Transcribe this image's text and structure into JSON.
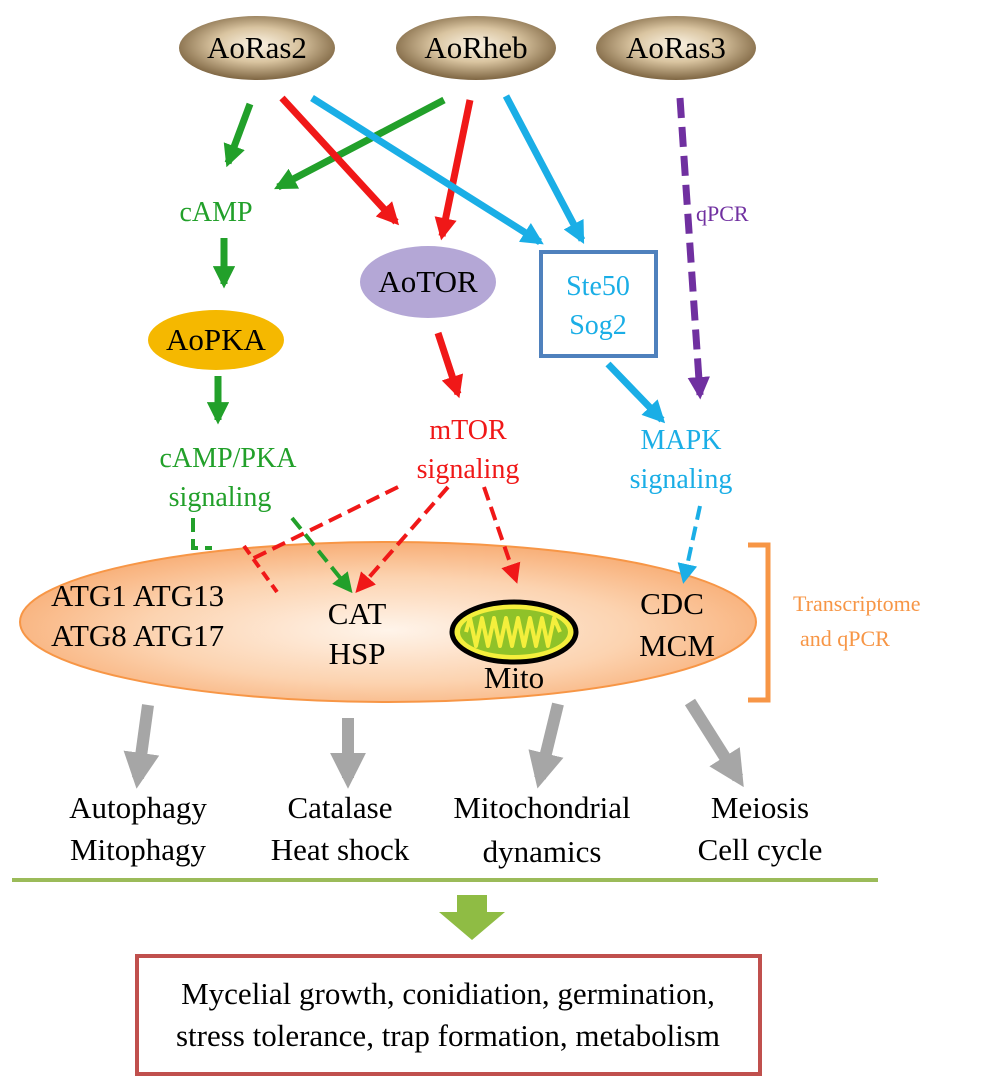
{
  "nodes": {
    "aoras2": "AoRas2",
    "aorheb": "AoRheb",
    "aoras3": "AoRas3",
    "camp": "cAMP",
    "aotor": "AoTOR",
    "ste50": "Ste50",
    "sog2": "Sog2",
    "qpcr": "qPCR",
    "aopka": "AoPKA",
    "mtor_line1": "mTOR",
    "mtor_line2": "signaling",
    "camppka_line1": "cAMP/PKA",
    "camppka_line2": "signaling",
    "mapk_line1": "MAPK",
    "mapk_line2": "signaling"
  },
  "cell": {
    "atg_line1": "ATG1 ATG13",
    "atg_line2": "ATG8 ATG17",
    "cat": "CAT",
    "hsp": "HSP",
    "mito": "Mito",
    "cdc": "CDC",
    "mcm": "MCM"
  },
  "bracket": {
    "line1": "Transcriptome",
    "line2": "and qPCR"
  },
  "outcomes": [
    {
      "line1": "Autophagy",
      "line2": "Mitophagy"
    },
    {
      "line1": "Catalase",
      "line2": "Heat shock"
    },
    {
      "line1": "Mitochondrial",
      "line2": "dynamics"
    },
    {
      "line1": "Meiosis",
      "line2": "Cell cycle"
    }
  ],
  "result": {
    "line1": "Mycelial growth, conidiation, germination,",
    "line2": "stress tolerance, trap formation, metabolism"
  },
  "colors": {
    "green": "#22a02a",
    "red": "#f01818",
    "blue": "#1aaee6",
    "purple": "#7030a0",
    "orange": "#f79646",
    "gray": "#a6a6a6",
    "olive": "#9bbb59",
    "box_blue": "#4f81bd",
    "box_red": "#c0504d",
    "pka_yellow": "#f5b800",
    "tor_purple": "#b4a7d6"
  }
}
